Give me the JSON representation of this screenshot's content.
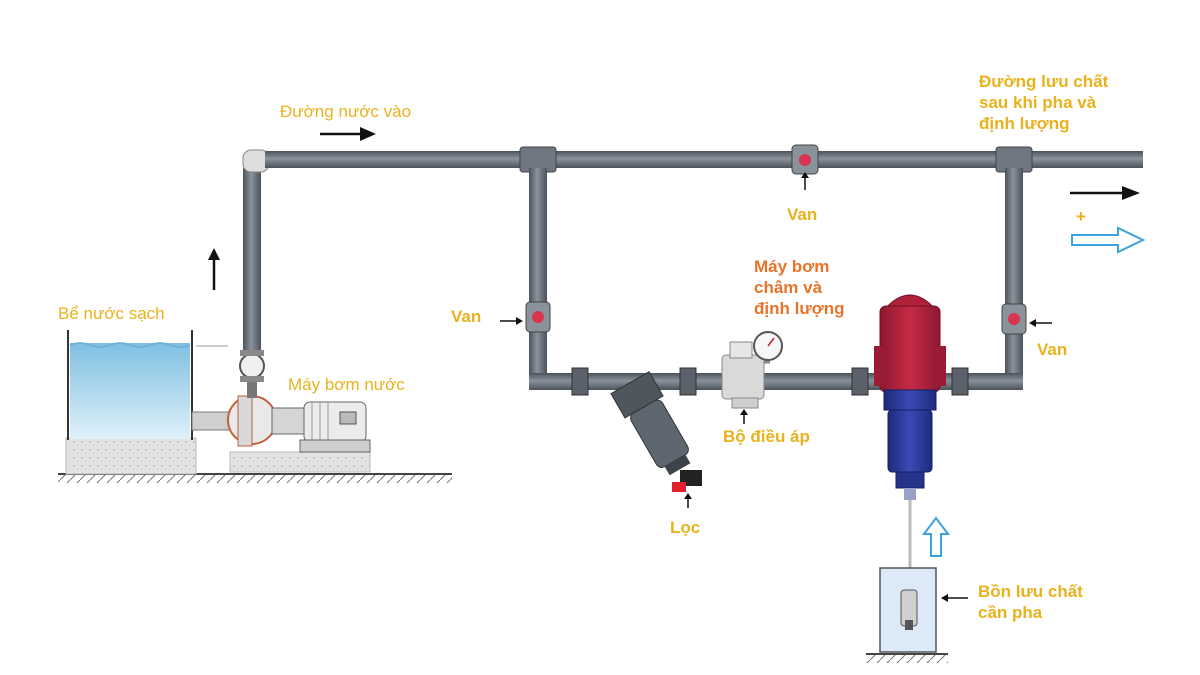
{
  "labels": {
    "clean_water_tank": "Bể nước sạch",
    "inlet_line": "Đường nước vào",
    "water_pump": "Máy bơm nước",
    "outlet_line": "Đường lưu chất\nsau khi pha và\nđịnh lượng",
    "valve_top": "Van",
    "valve_left": "Van",
    "valve_right": "Van",
    "dosing_pump": "Máy bơm\nchâm và\nđịnh lượng",
    "pressure_regulator": "Bộ điều áp",
    "filter": "Lọc",
    "chemical_tank": "Bồn lưu chất\ncần pha",
    "plus_sign": "+"
  },
  "colors": {
    "label_yellow": "#e9b21c",
    "label_orange": "#e8742a",
    "pipe": "#5f6670",
    "water": "#9fd0ea",
    "dosing_pump_red": "#b2213a",
    "dosing_pump_blue": "#2c3a9a",
    "flow_arrow_outline": "#3aa3dc"
  }
}
